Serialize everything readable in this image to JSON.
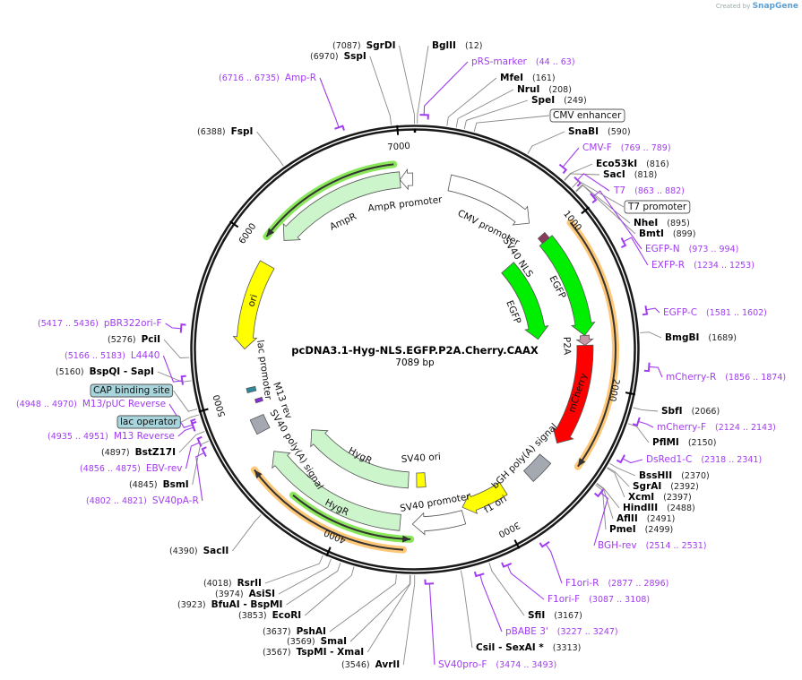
{
  "credit": {
    "prefix": "Created by",
    "brand": "SnapGene"
  },
  "plasmid": {
    "name": "pcDNA3.1-Hyg-NLS.EGFP.P2A.Cherry.CAAX",
    "length_label": "7089 bp",
    "length": 7089
  },
  "ticks": [
    "1000",
    "2000",
    "3000",
    "4000",
    "5000",
    "6000",
    "7000"
  ],
  "features": [
    {
      "label": "CMV promoter",
      "start": 232,
      "end": 830,
      "dir": "cw",
      "color": "#ffffff"
    },
    {
      "label": "AmpR promoter",
      "start": 6990,
      "end": 7075,
      "dir": "ccw",
      "color": "#ffffff"
    },
    {
      "label": "AmpR",
      "start": 6100,
      "end": 6990,
      "dir": "ccw",
      "color": "#ccf5cc"
    },
    {
      "label": "ori",
      "start": 5320,
      "end": 5905,
      "dir": "ccw",
      "color": "#ffff00"
    },
    {
      "label": "lac promoter",
      "start": 5030,
      "end": 5060,
      "dir": "none",
      "color": "#2e8a9a"
    },
    {
      "label": "M13 rev",
      "start": 4950,
      "end": 4975,
      "dir": "none",
      "color": "#8a2be2"
    },
    {
      "label": "SV40 poly(A) signal",
      "start": 4760,
      "end": 4860,
      "dir": "none",
      "color": "#a4a8b0"
    },
    {
      "label": "HygR",
      "start": 3600,
      "end": 4570,
      "dir": "cw",
      "color": "#ccf5cc"
    },
    {
      "label": "HygR",
      "start": 3640,
      "end": 4610,
      "dir": "cw",
      "color": "#ccf5cc"
    },
    {
      "label": "SV40 ori",
      "start": 3455,
      "end": 3530,
      "dir": "none",
      "color": "#ffff00"
    },
    {
      "label": "SV40 promoter",
      "start": 3225,
      "end": 3560,
      "dir": "cw",
      "color": "#ffffff"
    },
    {
      "label": "f1 ori",
      "start": 2905,
      "end": 3215,
      "dir": "cw",
      "color": "#ffff00"
    },
    {
      "label": "bGH poly(A) signal",
      "start": 2560,
      "end": 2720,
      "dir": "none",
      "color": "#a4a8b0"
    },
    {
      "label": "mCherry",
      "start": 1745,
      "end": 2430,
      "dir": "cw",
      "color": "#ff0000"
    },
    {
      "label": "P2A",
      "start": 1680,
      "end": 1745,
      "dir": "cw",
      "color": "#c898a8"
    },
    {
      "label": "EGFP",
      "start": 990,
      "end": 1680,
      "dir": "cw",
      "color": "#00ee00"
    },
    {
      "label": "SV40 NLS",
      "start": 945,
      "end": 990,
      "dir": "none",
      "color": "#8a3a5a"
    },
    {
      "label": "EGFP",
      "start": 957,
      "end": 1680,
      "dir": "cw",
      "color": "#00ee00"
    }
  ],
  "orfs": [
    {
      "start": 6050,
      "end": 6960,
      "dir": "ccw",
      "color": "#8ae65a"
    },
    {
      "start": 1000,
      "end": 2475,
      "dir": "cw",
      "color": "#ffc878"
    },
    {
      "start": 3570,
      "end": 4330,
      "dir": "ccw",
      "color": "#8ae65a"
    },
    {
      "start": 3610,
      "end": 4590,
      "dir": "cw",
      "color": "#ffc878"
    }
  ],
  "sites": [
    {
      "name": "SgrDI",
      "pos": "(7087)"
    },
    {
      "name": "SspI",
      "pos": "(6970)"
    },
    {
      "name": "BglII",
      "pos": "(12)"
    },
    {
      "name": "MfeI",
      "pos": "(161)"
    },
    {
      "name": "NruI",
      "pos": "(208)"
    },
    {
      "name": "SpeI",
      "pos": "(249)"
    },
    {
      "name": "SnaBI",
      "pos": "(590)"
    },
    {
      "name": "Eco53kI",
      "pos": "(816)"
    },
    {
      "name": "SacI",
      "pos": "(818)"
    },
    {
      "name": "NheI",
      "pos": "(895)"
    },
    {
      "name": "BmtI",
      "pos": "(899)"
    },
    {
      "name": "BmgBI",
      "pos": "(1689)"
    },
    {
      "name": "SbfI",
      "pos": "(2066)"
    },
    {
      "name": "PflMI",
      "pos": "(2150)"
    },
    {
      "name": "BssHII",
      "pos": "(2370)"
    },
    {
      "name": "SgrAI",
      "pos": "(2392)"
    },
    {
      "name": "XcmI",
      "pos": "(2397)"
    },
    {
      "name": "HindIII",
      "pos": "(2488)"
    },
    {
      "name": "AflII",
      "pos": "(2491)"
    },
    {
      "name": "PmeI",
      "pos": "(2499)"
    },
    {
      "name": "SfiI",
      "pos": "(3167)"
    },
    {
      "name": "CsiI  - SexAI *",
      "pos": "(3313)"
    },
    {
      "name": "AvrII",
      "pos": "(3546)"
    },
    {
      "name": "TspMI  - XmaI",
      "pos": "(3567)"
    },
    {
      "name": "SmaI",
      "pos": "(3569)"
    },
    {
      "name": "PshAI",
      "pos": "(3637)"
    },
    {
      "name": "EcoRI",
      "pos": "(3853)"
    },
    {
      "name": "BfuAI  - BspMI",
      "pos": "(3923)"
    },
    {
      "name": "AsiSI",
      "pos": "(3974)"
    },
    {
      "name": "RsrII",
      "pos": "(4018)"
    },
    {
      "name": "SacII",
      "pos": "(4390)"
    },
    {
      "name": "BsmI",
      "pos": "(4845)"
    },
    {
      "name": "BstZ17I",
      "pos": "(4897)"
    },
    {
      "name": "BspQI  - SapI",
      "pos": "(5160)"
    },
    {
      "name": "PciI",
      "pos": "(5276)"
    },
    {
      "name": "FspI",
      "pos": "(6388)"
    }
  ],
  "primers": [
    {
      "name": "Amp-R",
      "range": "(6716 .. 6735)"
    },
    {
      "name": "pRS-marker",
      "range": "(44 .. 63)"
    },
    {
      "name": "CMV-F",
      "range": "(769 .. 789)"
    },
    {
      "name": "T7",
      "range": "(863 .. 882)"
    },
    {
      "name": "EGFP-N",
      "range": "(973 .. 994)"
    },
    {
      "name": "EXFP-R",
      "range": "(1234 .. 1253)"
    },
    {
      "name": "EGFP-C",
      "range": "(1581 .. 1602)"
    },
    {
      "name": "mCherry-R",
      "range": "(1856 .. 1874)"
    },
    {
      "name": "mCherry-F",
      "range": "(2124 .. 2143)"
    },
    {
      "name": "DsRed1-C",
      "range": "(2318 .. 2341)"
    },
    {
      "name": "BGH-rev",
      "range": "(2514 .. 2531)"
    },
    {
      "name": "F1ori-R",
      "range": "(2877 .. 2896)"
    },
    {
      "name": "F1ori-F",
      "range": "(3087 .. 3108)"
    },
    {
      "name": "pBABE 3'",
      "range": "(3227 .. 3247)"
    },
    {
      "name": "SV40pro-F",
      "range": "(3474 .. 3493)"
    },
    {
      "name": "SV40pA-R",
      "range": "(4802 .. 4821)"
    },
    {
      "name": "EBV-rev",
      "range": "(4856 .. 4875)"
    },
    {
      "name": "M13 Reverse",
      "range": "(4935 .. 4951)"
    },
    {
      "name": "M13/pUC Reverse",
      "range": "(4948 .. 4970)"
    },
    {
      "name": "L4440",
      "range": "(5166 .. 5183)"
    },
    {
      "name": "pBR322ori-F",
      "range": "(5417 .. 5436)"
    }
  ],
  "boxed_features": [
    {
      "name": "CMV enhancer",
      "fill": "#ffffff"
    },
    {
      "name": "T7 promoter",
      "fill": "#ffffff"
    },
    {
      "name": "CAP binding site",
      "fill": "#a8d4dc"
    },
    {
      "name": "lac operator",
      "fill": "#a8d4dc"
    }
  ]
}
